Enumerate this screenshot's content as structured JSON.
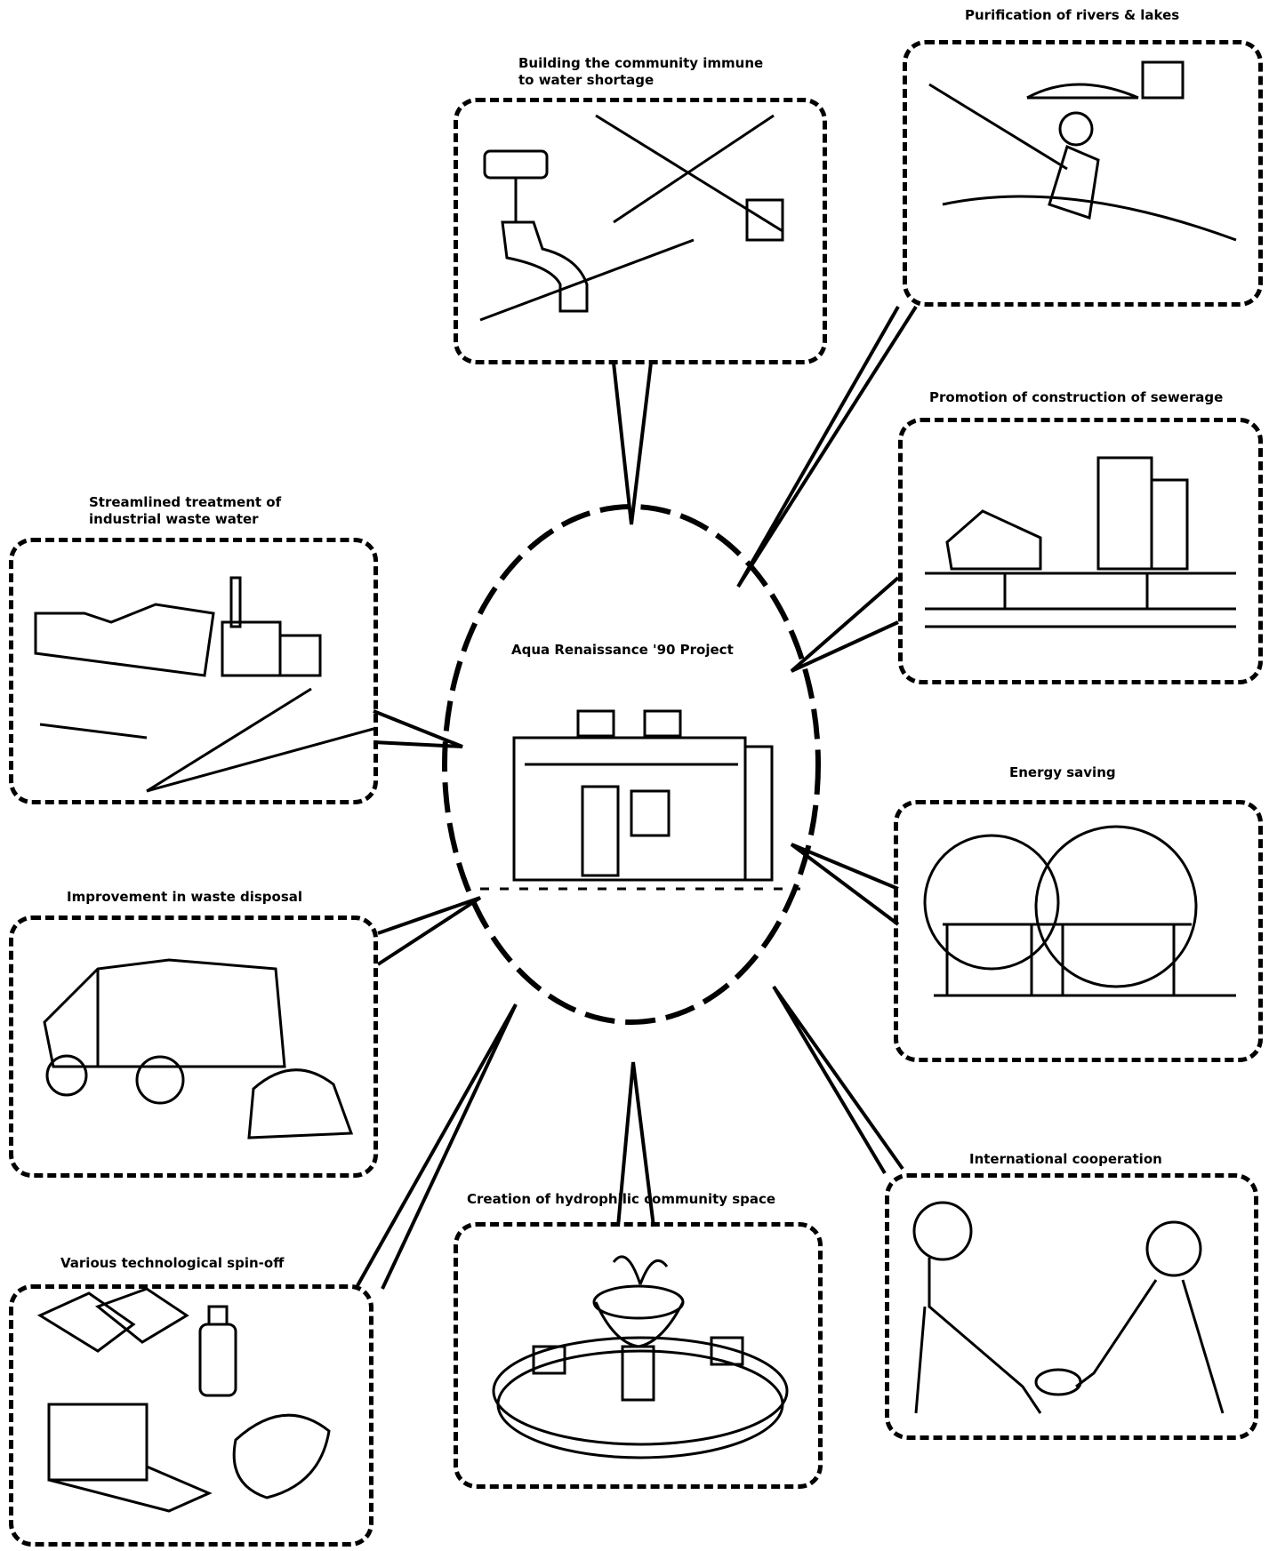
{
  "center": {
    "title": "Aqua Renaissance '90 Project"
  },
  "panels": {
    "water_shortage": {
      "label_line1": "Building the community immune",
      "label_line2": "to water shortage"
    },
    "rivers_lakes": {
      "label": "Purification of rivers & lakes"
    },
    "sewerage": {
      "label": "Promotion of construction of sewerage"
    },
    "industrial": {
      "label_line1": "Streamlined treatment of",
      "label_line2": "industrial waste water"
    },
    "energy": {
      "label": "Energy saving"
    },
    "waste_disposal": {
      "label": "Improvement in waste disposal"
    },
    "international": {
      "label": "International cooperation"
    },
    "hydrophilic": {
      "label": "Creation of hydrophilic community space"
    },
    "spinoff": {
      "label": "Various technological spin-off"
    }
  }
}
